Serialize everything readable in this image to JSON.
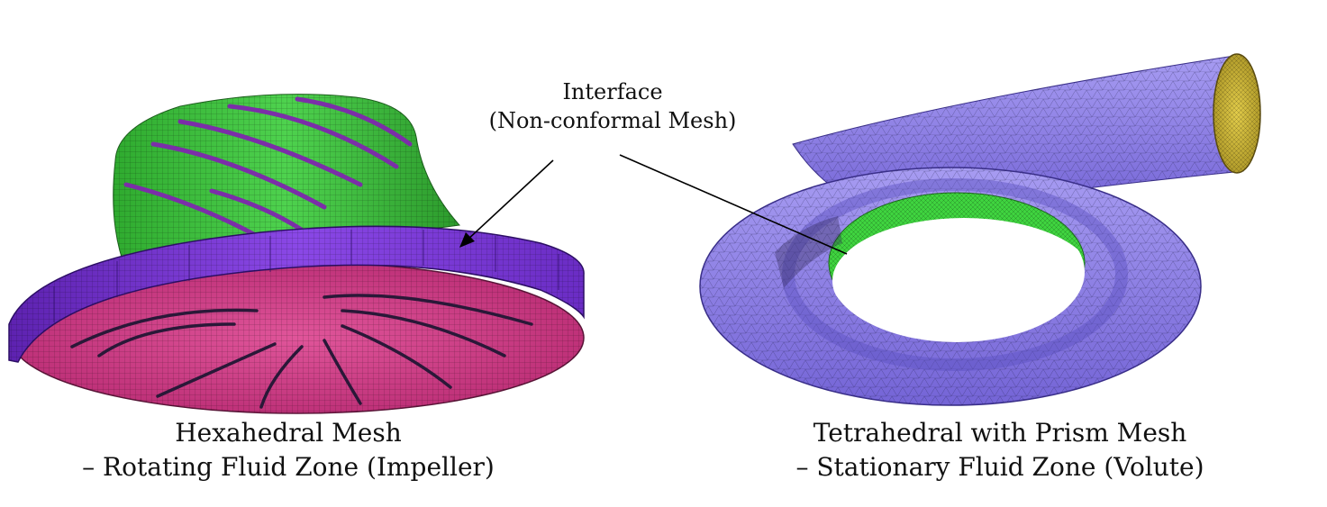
{
  "interface_label": {
    "line1": "Interface",
    "line2": "(Non-conformal Mesh)"
  },
  "impeller_label": {
    "line1": "Hexahedral Mesh",
    "line2": "– Rotating Fluid Zone (Impeller)"
  },
  "volute_label": {
    "line1": "Tetrahedral with Prism Mesh",
    "line2": "– Stationary Fluid Zone (Volute)"
  },
  "colors": {
    "impeller_shroud": "#3fbf3f",
    "impeller_hub": "#d23c86",
    "interface_ring": "#7a34d4",
    "volute_body": "#8a7fe6",
    "volute_outlet": "#c9b43a",
    "volute_inner_interface": "#3fd43f"
  }
}
